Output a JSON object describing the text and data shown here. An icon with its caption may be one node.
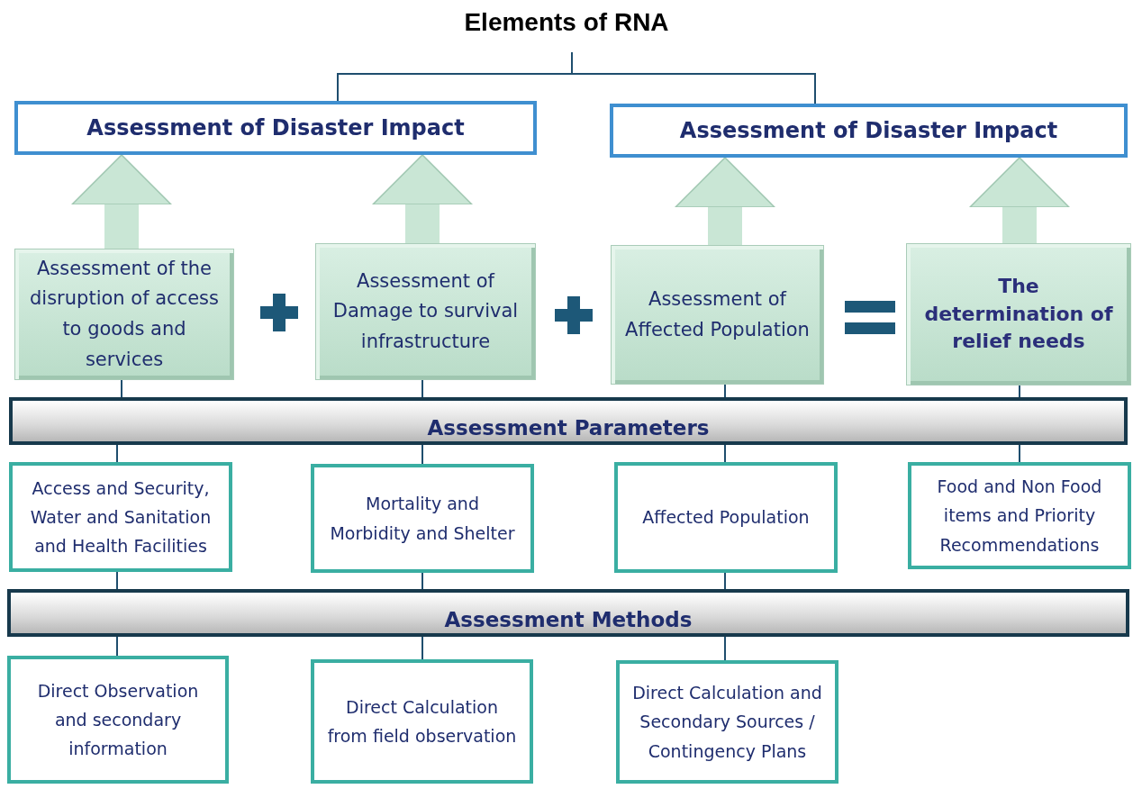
{
  "diagram": {
    "nodes": [
      {
        "text": [
          "Elements of RNA"
        ]
      },
      {
        "text": [
          "Assessment of Disaster Impact"
        ]
      },
      {
        "text": [
          "Assessment of Disaster Impact"
        ]
      },
      {
        "text": [
          "Assessment of the disruption of access to goods and services"
        ]
      },
      {
        "text": [
          "Assessment of Damage to survival infrastructure"
        ]
      },
      {
        "text": [
          "Assessment of Affected Population"
        ]
      },
      {
        "text": [
          "The determination of relief needs"
        ]
      },
      {
        "text": [
          "Assessment Parameters"
        ]
      },
      {
        "text": [
          "Access and Security, Water and Sanitation and Health Facilities"
        ]
      },
      {
        "text": [
          "Mortality and Morbidity and Shelter"
        ]
      },
      {
        "text": [
          "Affected Population"
        ]
      },
      {
        "text": [
          "Food and Non Food items and Priority Recommendations"
        ]
      },
      {
        "text": [
          "Assessment Methods"
        ]
      },
      {
        "text": [
          "Direct Observation and secondary information"
        ]
      },
      {
        "text": [
          "Direct Calculation from field observation"
        ]
      },
      {
        "text": [
          "Direct Calculation and Secondary Sources / Contingency Plans"
        ]
      }
    ],
    "edges": [
      {
        "from": 0,
        "to": 1,
        "arrow": "none"
      },
      {
        "from": 0,
        "to": 2,
        "arrow": "none"
      },
      {
        "from": 3,
        "to": 1,
        "arrow": "to",
        "style": "thick",
        "color": "#c9e6d5"
      },
      {
        "from": 4,
        "to": 1,
        "arrow": "to",
        "style": "thick",
        "color": "#c9e6d5"
      },
      {
        "from": 5,
        "to": 2,
        "arrow": "to",
        "style": "thick",
        "color": "#c9e6d5"
      },
      {
        "from": 6,
        "to": 2,
        "arrow": "to",
        "style": "thick",
        "color": "#c9e6d5"
      },
      {
        "from": 3,
        "to": 7,
        "arrow": "none"
      },
      {
        "from": 4,
        "to": 7,
        "arrow": "none"
      },
      {
        "from": 5,
        "to": 7,
        "arrow": "none"
      },
      {
        "from": 6,
        "to": 7,
        "arrow": "none"
      },
      {
        "from": 7,
        "to": 8,
        "arrow": "none"
      },
      {
        "from": 7,
        "to": 9,
        "arrow": "none"
      },
      {
        "from": 7,
        "to": 10,
        "arrow": "none"
      },
      {
        "from": 7,
        "to": 11,
        "arrow": "none"
      },
      {
        "from": 8,
        "to": 12,
        "arrow": "none"
      },
      {
        "from": 9,
        "to": 12,
        "arrow": "none"
      },
      {
        "from": 10,
        "to": 12,
        "arrow": "none"
      },
      {
        "from": 12,
        "to": 13,
        "arrow": "none"
      },
      {
        "from": 12,
        "to": 14,
        "arrow": "none"
      },
      {
        "from": 12,
        "to": 15,
        "arrow": "none"
      }
    ]
  }
}
